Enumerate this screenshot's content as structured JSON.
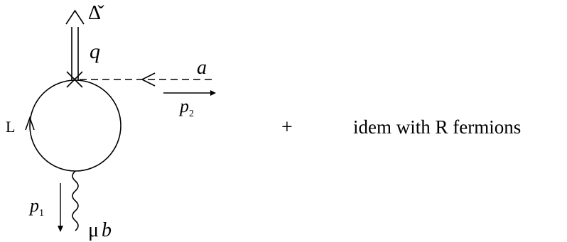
{
  "diagram": {
    "labels": {
      "delta": "Δ̌",
      "q": "q",
      "a": "a",
      "p2_main": "p",
      "p2_sub": "2",
      "L": "L",
      "p1_main": "p",
      "p1_sub": "1",
      "mu_b_mu": "μ",
      "mu_b_b": "b"
    },
    "rhs": {
      "plus": "+",
      "text": "idem with R fermions"
    }
  }
}
